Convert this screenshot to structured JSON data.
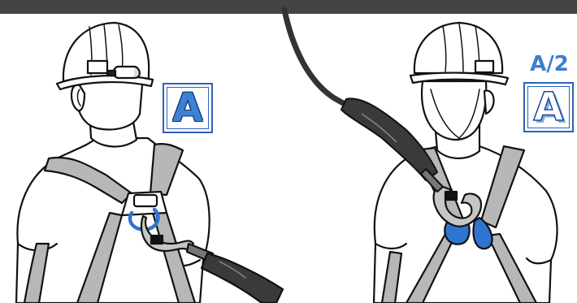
{
  "figures": {
    "left": {
      "badge_letter": "A"
    },
    "right": {
      "badge_caption": "A/2",
      "badge_letter": "A"
    }
  },
  "colors": {
    "accent_blue": "#2f74d0",
    "badge_blue": "#3b82d6",
    "strap_grey": "#b7b7b7",
    "lanyard_dark": "#3a3a3a",
    "top_bar": "#444444"
  },
  "icons": [
    "harness-illustration",
    "helmet",
    "lanyard",
    "carabiner",
    "d-ring"
  ]
}
